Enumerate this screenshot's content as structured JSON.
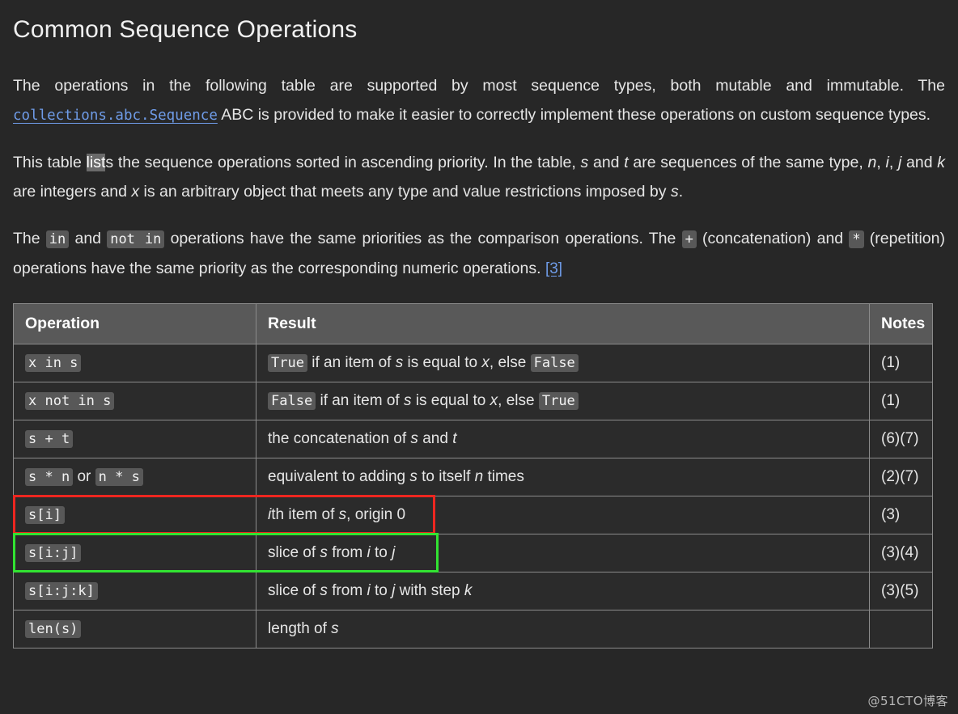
{
  "page": {
    "title": "Common Sequence Operations",
    "background_color": "#272727",
    "text_color": "#e6e6e6"
  },
  "paragraphs": {
    "p1": {
      "seg1": "The operations in the following table are supported by most sequence types, both mutable and immutable. The ",
      "link": "collections.abc.Sequence",
      "seg2": " ABC is provided to make it easier to correctly implement these operations on custom sequence types."
    },
    "p2": {
      "seg1": "This table ",
      "selected": "list",
      "seg2": "s the sequence operations sorted in ascending priority. In the table, ",
      "var_s": "s",
      "seg3": " and ",
      "var_t": "t",
      "seg4": " are sequences of the same type, ",
      "var_n": "n",
      "seg5": ", ",
      "var_i": "i",
      "seg6": ", ",
      "var_j": "j",
      "seg7": " and ",
      "var_k": "k",
      "seg8": " are integers and ",
      "var_x": "x",
      "seg9": " is an arbitrary object that meets any type and value restrictions im­posed by ",
      "var_s2": "s",
      "seg10": "."
    },
    "p3": {
      "seg1": "The ",
      "code_in": "in",
      "seg2": " and ",
      "code_notin": "not in",
      "seg3": " operations have the same priorities as the comparison operations. The ",
      "code_plus": "+",
      "seg4": " (concatenation) and ",
      "code_star": "*",
      "seg5": " (repetition) operations have the same priority as the corresponding numeric operations. ",
      "footnote": "[3]"
    }
  },
  "table": {
    "headers": [
      "Operation",
      "Result",
      "Notes"
    ],
    "rows": [
      {
        "op_code": "x in s",
        "result": {
          "code1": "True",
          "t1": " if an item of ",
          "v1": "s",
          "t2": " is equal to ",
          "v2": "x",
          "t3": ", else ",
          "code2": "False"
        },
        "notes": "(1)"
      },
      {
        "op_code": "x not in s",
        "result": {
          "code1": "False",
          "t1": " if an item of ",
          "v1": "s",
          "t2": " is equal to ",
          "v2": "x",
          "t3": ", else ",
          "code2": "True"
        },
        "notes": "(1)"
      },
      {
        "op_code": "s + t",
        "result": {
          "t1": "the concatenation of ",
          "v1": "s",
          "t2": " and ",
          "v2": "t"
        },
        "notes": "(6)(7)"
      },
      {
        "op_code": "s * n",
        "op_mid": " or ",
        "op_code2": "n * s",
        "result": {
          "t1": "equivalent to adding ",
          "v1": "s",
          "t2": " to itself ",
          "v2": "n",
          "t3": " times"
        },
        "notes": "(2)(7)"
      },
      {
        "op_code": "s[i]",
        "result": {
          "v1": "i",
          "t1": "th item of ",
          "v2": "s",
          "t2": ", origin 0"
        },
        "notes": "(3)",
        "annotation": "red"
      },
      {
        "op_code": "s[i:j]",
        "result": {
          "t1": "slice of ",
          "v1": "s",
          "t2": " from ",
          "v2": "i",
          "t3": " to ",
          "v3": "j"
        },
        "notes": "(3)(4)",
        "annotation": "green"
      },
      {
        "op_code": "s[i:j:k]",
        "result": {
          "t1": "slice of ",
          "v1": "s",
          "t2": " from ",
          "v2": "i",
          "t3": " to ",
          "v3": "j",
          "t4": " with step ",
          "v4": "k"
        },
        "notes": "(3)(5)"
      },
      {
        "op_code": "len(s)",
        "result": {
          "t1": "length of ",
          "v1": "s"
        },
        "notes": ""
      }
    ]
  },
  "annotations": {
    "red": {
      "color": "#ee2620",
      "target_row": "s[i]"
    },
    "green": {
      "color": "#32e332",
      "target_row": "s[i:j]"
    }
  },
  "watermark": {
    "text": "@51CTO博客"
  }
}
